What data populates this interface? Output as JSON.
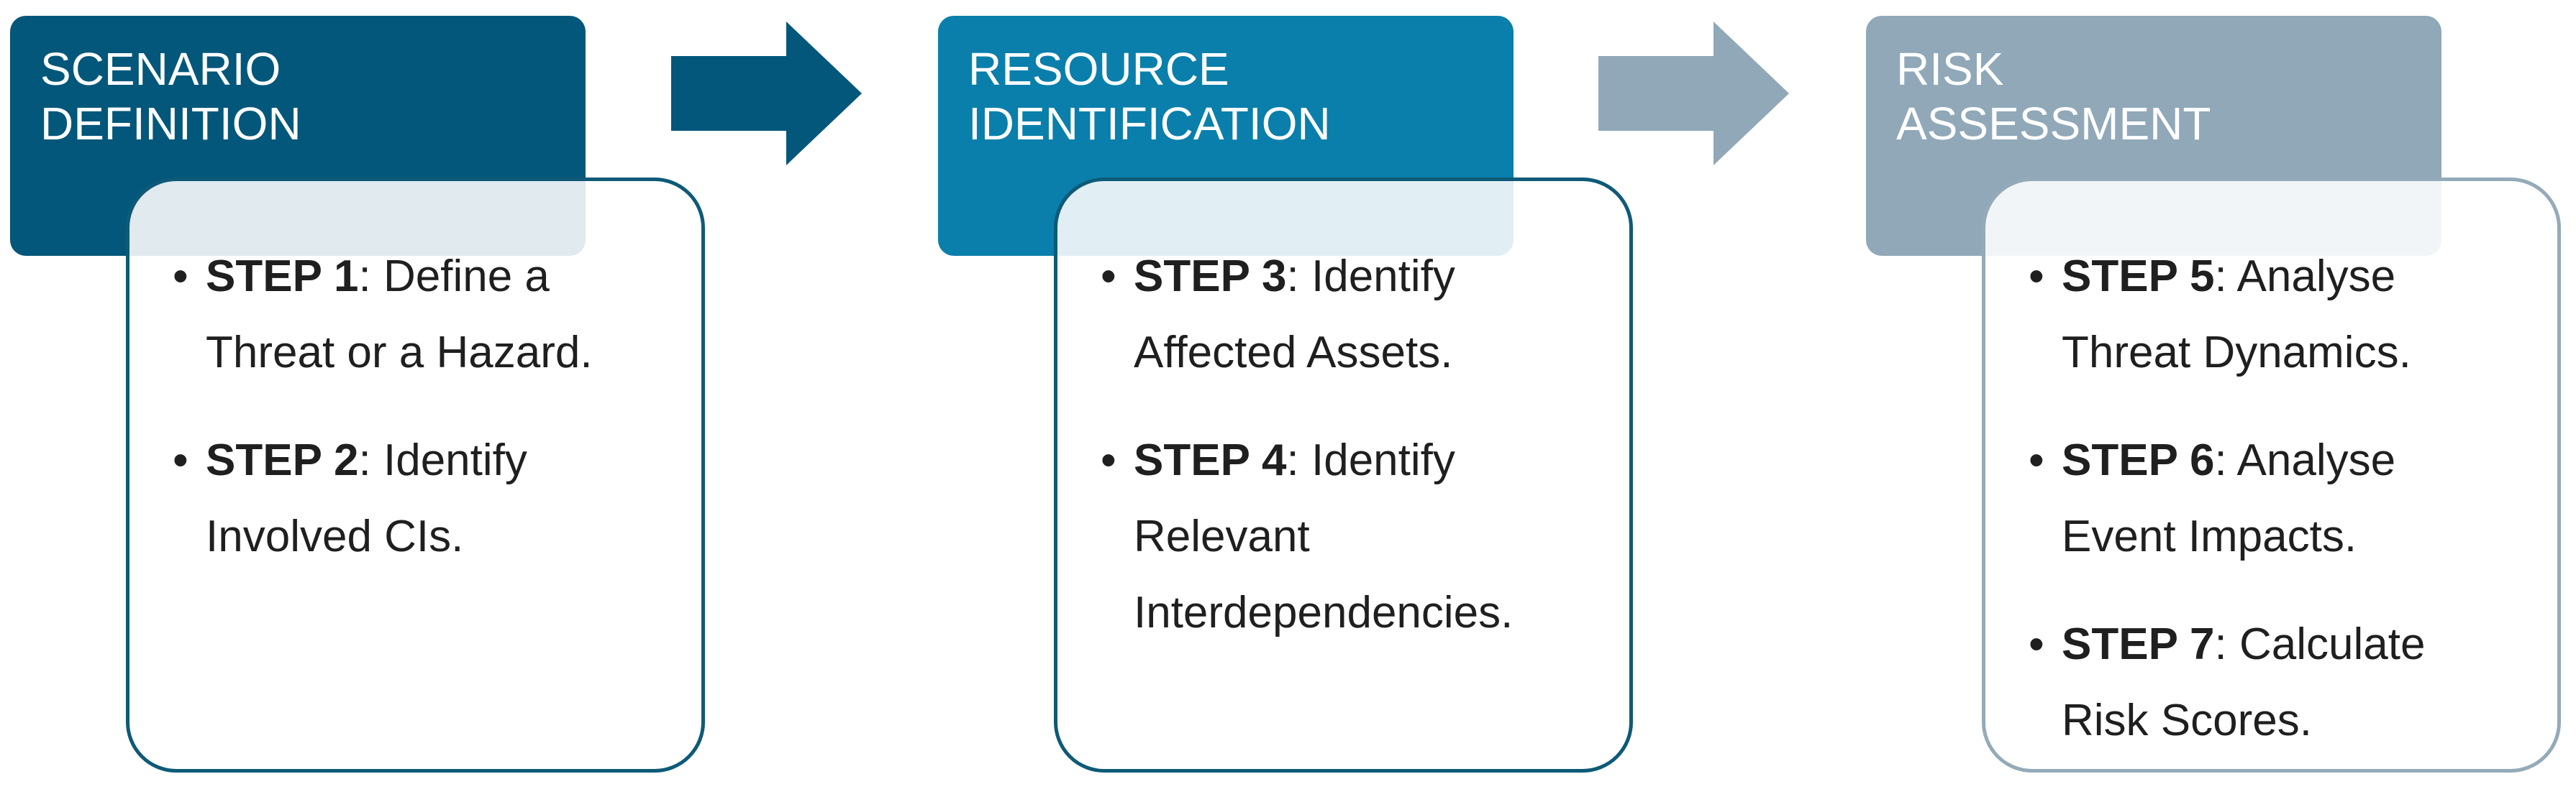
{
  "colors": {
    "phase1": "#03577a",
    "phase2": "#0a7fab",
    "phase3": "#90a8b8",
    "arrow1": "#03577a",
    "arrow2": "#90a8b8",
    "text": "#1f1f1f"
  },
  "phases": [
    {
      "title_lines": [
        "SCENARIO",
        "DEFINITION"
      ],
      "steps": [
        {
          "label": "STEP 1",
          "lines": [
            ": Define a",
            "Threat or a Hazard."
          ]
        },
        {
          "label": "STEP 2",
          "lines": [
            ": Identify",
            "Involved CIs."
          ]
        }
      ]
    },
    {
      "title_lines": [
        "RESOURCE",
        "IDENTIFICATION"
      ],
      "steps": [
        {
          "label": "STEP 3",
          "lines": [
            ": Identify",
            "Affected Assets."
          ]
        },
        {
          "label": "STEP 4",
          "lines": [
            ": Identify",
            "Relevant",
            "Interdependencies."
          ]
        }
      ]
    },
    {
      "title_lines": [
        "RISK",
        "ASSESSMENT"
      ],
      "steps": [
        {
          "label": "STEP 5",
          "lines": [
            ": Analyse",
            "Threat Dynamics."
          ]
        },
        {
          "label": "STEP 6",
          "lines": [
            ": Analyse",
            "Event Impacts."
          ]
        },
        {
          "label": "STEP 7",
          "lines": [
            ": Calculate",
            "Risk Scores."
          ]
        }
      ]
    }
  ],
  "bullet": "•",
  "icons": [
    "right-arrow-icon",
    "right-arrow-icon"
  ]
}
